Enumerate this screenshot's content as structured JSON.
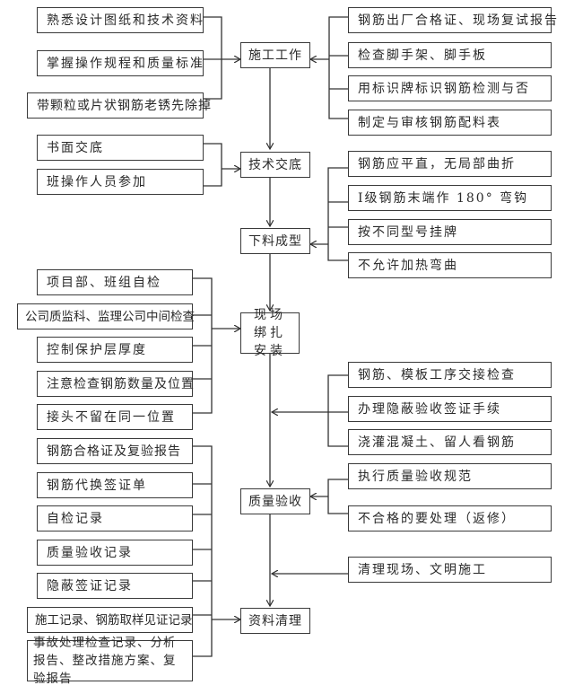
{
  "main_steps": [
    {
      "id": "s1",
      "label": "施工工作"
    },
    {
      "id": "s2",
      "label": "技术交底"
    },
    {
      "id": "s3",
      "label": "下料成型"
    },
    {
      "id": "s4",
      "label": "现场绑扎安装"
    },
    {
      "id": "s5",
      "label": "质量验收"
    },
    {
      "id": "s6",
      "label": "资料清理"
    }
  ],
  "s1_left": [
    "熟悉设计图纸和技术资料",
    "掌握操作规程和质量标准",
    "带颗粒或片状钢筋老锈先除掉"
  ],
  "s1_right": [
    "钢筋出厂合格证、现场复试报告",
    "检查脚手架、脚手板",
    "用标识牌标识钢筋检测与否",
    "制定与审核钢筋配料表"
  ],
  "s2_left": [
    "书面交底",
    "班操作人员参加"
  ],
  "s3_right": [
    "钢筋应平直，无局部曲折",
    "Ⅰ级钢筋末端作 180° 弯钩",
    "按不同型号挂牌",
    "不允许加热弯曲"
  ],
  "s4_left": [
    "项目部、班组自检",
    "公司质监科、监理公司中间检查",
    "控制保护层厚度",
    "注意检查钢筋数量及位置",
    "接头不留在同一位置"
  ],
  "s4_s5_right": [
    "钢筋、模板工序交接检查",
    "办理隐蔽验收签证手续",
    "浇灌混凝土、留人看钢筋"
  ],
  "s5_right": [
    "执行质量验收规范",
    "不合格的要处理（返修）"
  ],
  "s5_s6_right": [
    "清理现场、文明施工"
  ],
  "s6_left": [
    "钢筋合格证及复验报告",
    "钢筋代换签证单",
    "自检记录",
    "质量验收记录",
    "隐蔽签证记录",
    "施工记录、钢筋取样见证记录",
    "事故处理检查记录、分析报告、整改措施方案、复验报告"
  ]
}
